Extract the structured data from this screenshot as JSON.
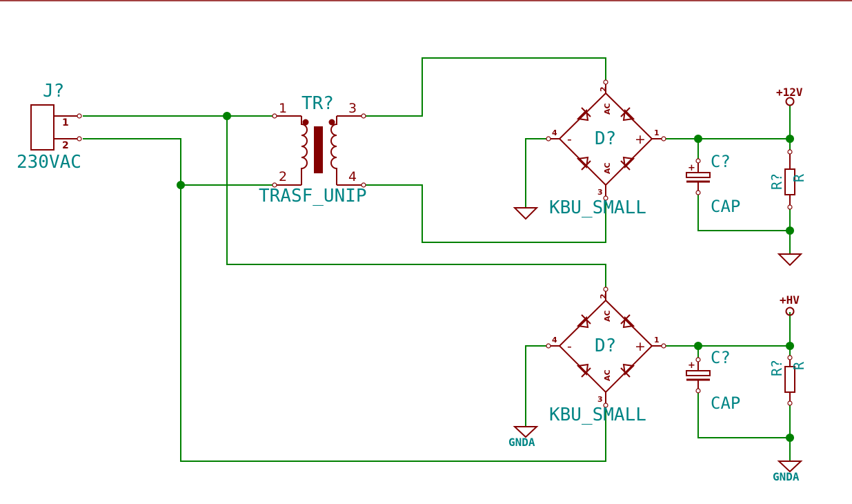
{
  "connector": {
    "ref": "J?",
    "value": "230VAC",
    "pin1": "1",
    "pin2": "2"
  },
  "transformer": {
    "ref": "TR?",
    "value": "TRASF_UNIP",
    "pin1": "1",
    "pin2": "2",
    "pin3": "3",
    "pin4": "4"
  },
  "bridge_top": {
    "ref": "D?",
    "value": "KBU_SMALL",
    "pin1": "1",
    "pin2": "2",
    "pin3": "3",
    "pin4": "4",
    "ac_top": "AC",
    "ac_bottom": "AC",
    "minus": "-",
    "plus": "+"
  },
  "bridge_bottom": {
    "ref": "D?",
    "value": "KBU_SMALL",
    "pin1": "1",
    "pin2": "2",
    "pin3": "3",
    "pin4": "4",
    "ac_top": "AC",
    "ac_bottom": "AC",
    "minus": "-",
    "plus": "+"
  },
  "cap_top": {
    "ref": "C?",
    "value": "CAP",
    "plus": "+"
  },
  "cap_bottom": {
    "ref": "C?",
    "value": "CAP",
    "plus": "+"
  },
  "res_top": {
    "ref": "R?",
    "value": "R"
  },
  "res_bottom": {
    "ref": "R?",
    "value": "R"
  },
  "power_top": {
    "label": "+12V"
  },
  "power_bottom": {
    "label": "+HV"
  },
  "ground_bottom_left": {
    "label": "GNDA"
  },
  "ground_bottom_right": {
    "label": "GNDA"
  },
  "colors": {
    "wire": "#008000",
    "component": "#840000",
    "text": "#008484"
  }
}
